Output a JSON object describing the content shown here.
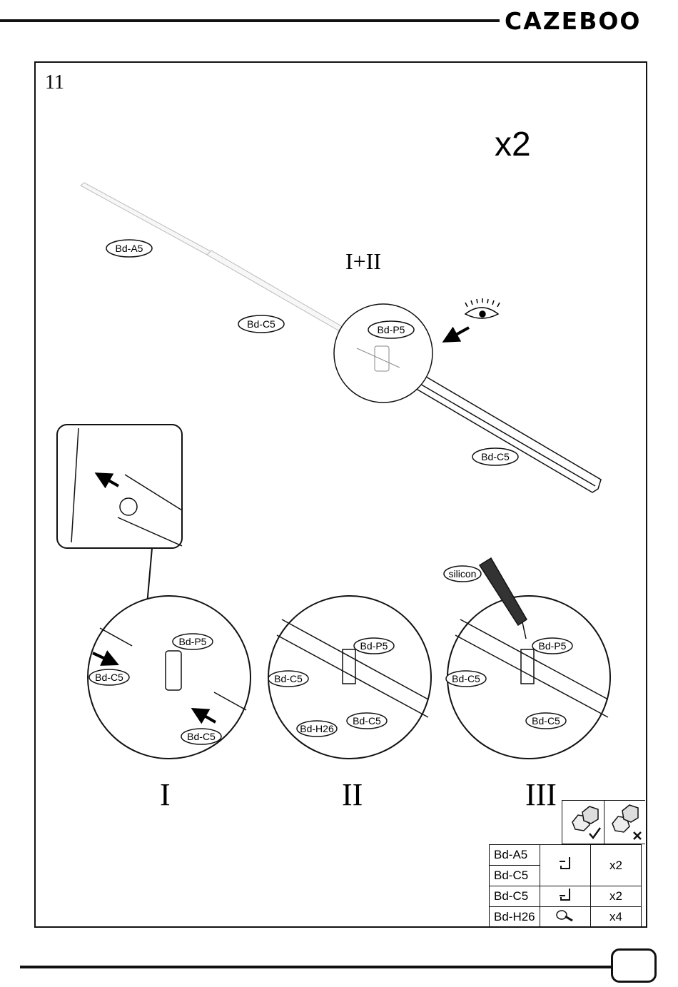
{
  "header": {
    "brand": "CAZEBOO"
  },
  "step": {
    "number": "11",
    "quantity": "x2"
  },
  "labels": {
    "a5": "Bd-A5",
    "c5_top": "Bd-C5",
    "p5_top": "Bd-P5",
    "c5_right": "Bd-C5",
    "combo": "I+II",
    "silicon": "silicon",
    "p5_1": "Bd-P5",
    "c5_1a": "Bd-C5",
    "c5_1b": "Bd-C5",
    "p5_2": "Bd-P5",
    "c5_2a": "Bd-C5",
    "h26_2": "Bd-H26",
    "c5_2b": "Bd-C5",
    "p5_3": "Bd-P5",
    "c5_3a": "Bd-C5",
    "c5_3b": "Bd-C5"
  },
  "stages": [
    "I",
    "II",
    "III"
  ],
  "parts_table": [
    {
      "name": "Bd-A5",
      "icon": "profile-icon",
      "count": "x2"
    },
    {
      "name": "Bd-C5",
      "icon": "",
      "count": ""
    },
    {
      "name": "Bd-C5",
      "icon": "profile-icon",
      "count": "x2"
    },
    {
      "name": "Bd-H26",
      "icon": "screw-icon",
      "count": "x4"
    }
  ],
  "icons": [
    "bolt-tight-icon",
    "bolt-loose-icon",
    "eye-icon",
    "arrow-icon",
    "silicon-tube-icon"
  ]
}
